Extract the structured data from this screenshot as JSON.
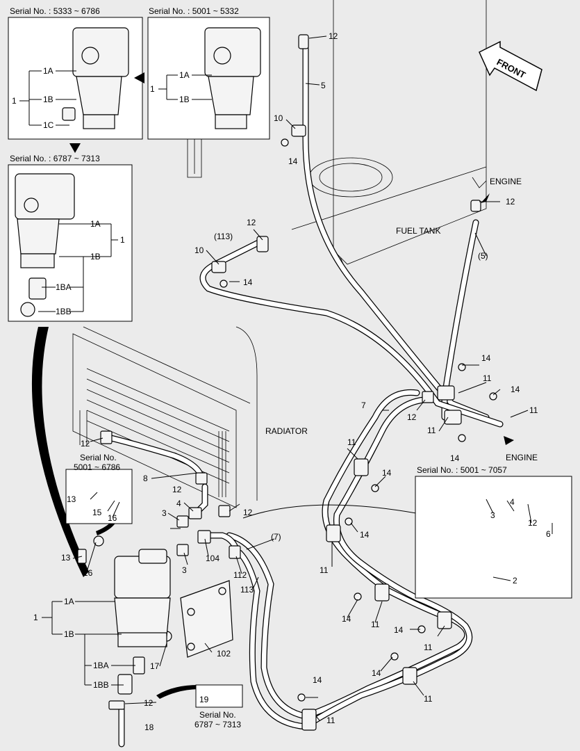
{
  "inset_top_left": {
    "serial": "Serial No. : 5333 ~ 6786",
    "labels": [
      "1",
      "1A",
      "1B",
      "1C"
    ]
  },
  "inset_top_mid": {
    "serial": "Serial No. : 5001 ~ 5332",
    "labels": [
      "1",
      "1A",
      "1B"
    ]
  },
  "inset_left": {
    "serial": "Serial No. : 6787 ~ 7313",
    "labels": [
      "1A",
      "1",
      "1B",
      "1BA",
      "1BB"
    ]
  },
  "inset_right": {
    "serial": "Serial No. : 5001 ~ 7057",
    "labels": [
      "3",
      "4",
      "12",
      "6",
      "2"
    ]
  },
  "inset_small": {
    "serial_line1": "Serial No.",
    "serial_line2": "5001 ~ 6786",
    "labels": [
      "13",
      "15",
      "16"
    ]
  },
  "inset_bottom": {
    "serial_line1": "Serial No.",
    "serial_line2": "6787 ~ 7313",
    "labels": [
      "19"
    ]
  },
  "text": {
    "front": "FRONT",
    "engine_top": "ENGINE",
    "engine_right": "ENGINE",
    "fuel_tank": "FUEL TANK",
    "radiator": "RADIATOR"
  },
  "callouts": {
    "c12_top": "12",
    "c5": "5",
    "c10_top": "10",
    "c14_top": "14",
    "c12_engine": "12",
    "c5p": "(5)",
    "c12_mid": "12",
    "c113p": "(113)",
    "c10_mid": "10",
    "c14_mid": "14",
    "c14_r1": "14",
    "c11_r1": "11",
    "c14_r2": "14",
    "c11_r2": "11",
    "c7": "7",
    "c12_r": "12",
    "c11_r3": "11",
    "c14_r3": "14",
    "c11_a": "11",
    "c14_a": "14",
    "c12_rad": "12",
    "c8": "8",
    "c12_b": "12",
    "c4": "4",
    "c3_a": "3",
    "c12_c": "12",
    "c7p": "(7)",
    "c3_b": "3",
    "c104": "104",
    "c112": "112",
    "c113": "113",
    "c14_b": "14",
    "c11_b": "11",
    "c14_c": "14",
    "c11_c": "11",
    "c14_d": "14",
    "c11_d": "11",
    "c14_e": "14",
    "c11_e": "11",
    "c14_f": "14",
    "c11_f": "11",
    "c13": "13",
    "c16": "16",
    "c1": "1",
    "c1A": "1A",
    "c1B": "1B",
    "c1BA": "1BA",
    "c1BB": "1BB",
    "c17": "17",
    "c102": "102",
    "c12_d": "12",
    "c18": "18"
  }
}
